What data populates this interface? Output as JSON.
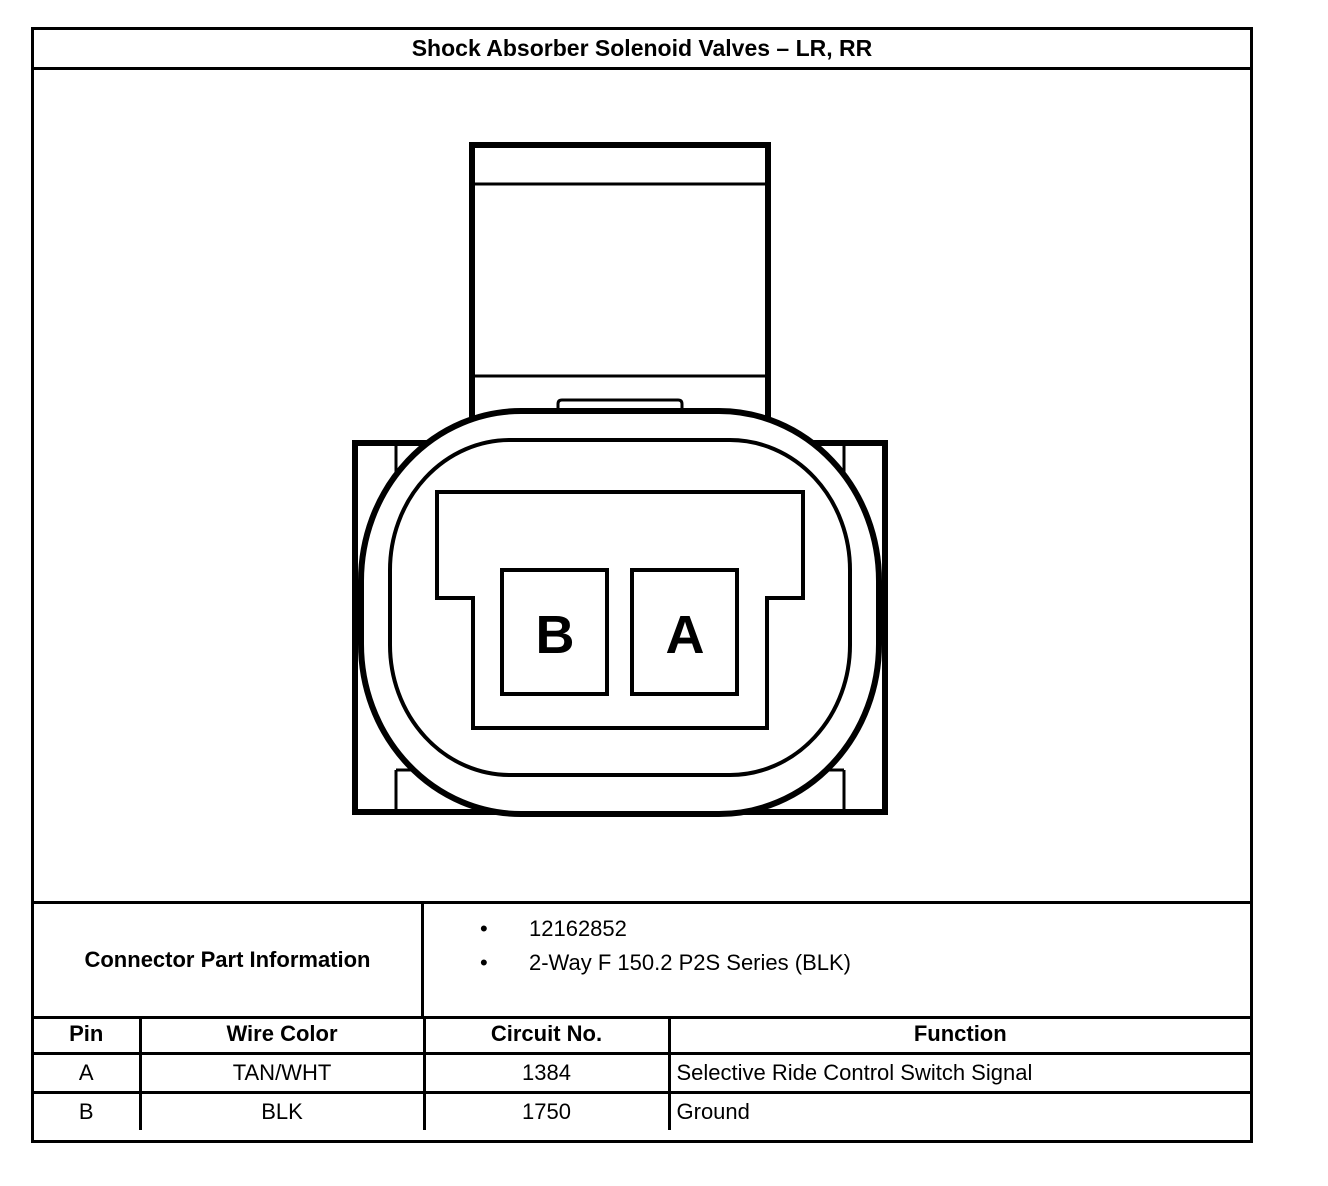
{
  "title": "Shock Absorber Solenoid Valves – LR, RR",
  "connector": {
    "pin_labels": [
      "B",
      "A"
    ]
  },
  "part_info": {
    "label": "Connector Part Information",
    "items": [
      "12162852",
      "2-Way F 150.2 P2S Series (BLK)"
    ],
    "bullet": "•"
  },
  "pin_table": {
    "headers": [
      "Pin",
      "Wire Color",
      "Circuit No.",
      "Function"
    ],
    "rows": [
      [
        "A",
        "TAN/WHT",
        "1384",
        "Selective Ride Control Switch Signal"
      ],
      [
        "B",
        "BLK",
        "1750",
        "Ground"
      ]
    ]
  }
}
